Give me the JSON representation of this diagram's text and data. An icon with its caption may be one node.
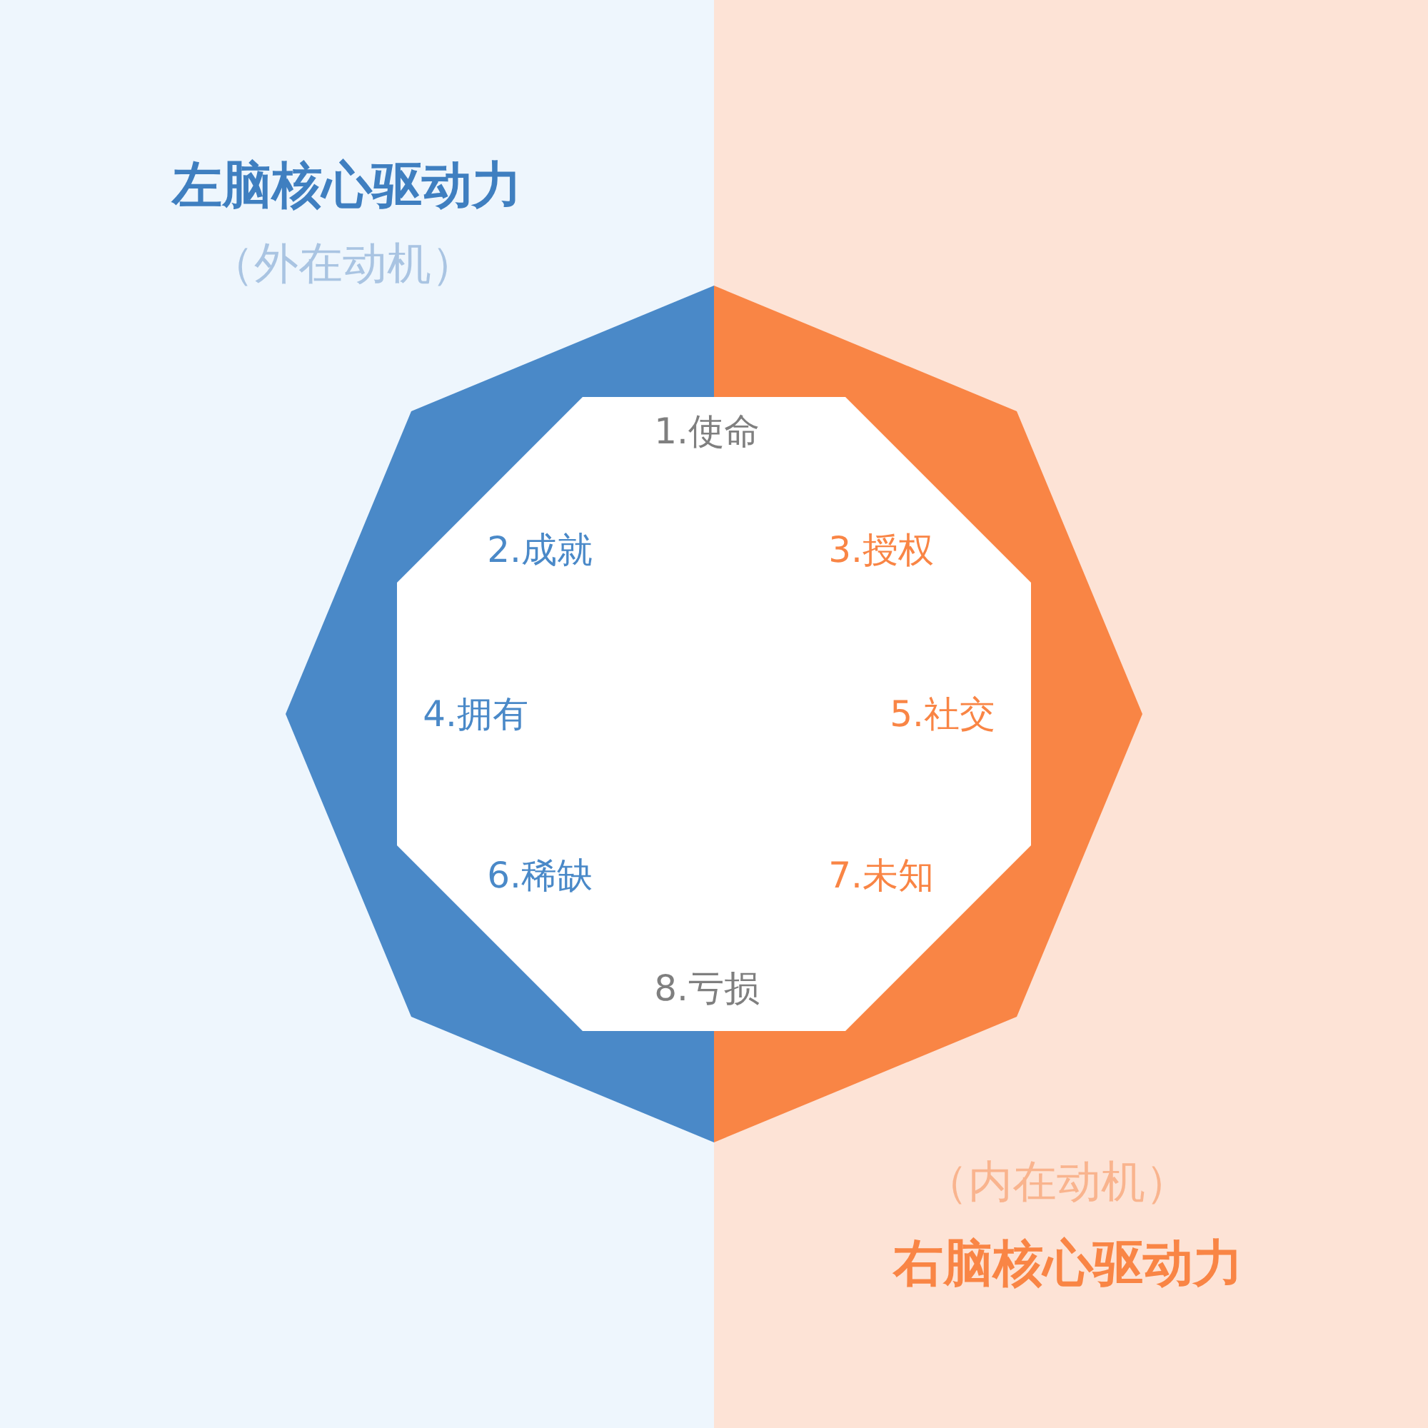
{
  "diagram": {
    "nodes": [
      {
        "text": [
          "左脑核心驱动力",
          "（外在动机）"
        ]
      },
      {
        "text": [
          "（内在动机）",
          "右脑核心驱动力"
        ]
      },
      {
        "text": [
          "1.使命",
          "2.成就",
          "3.授权",
          "4.拥有",
          "5.社交",
          "6.稀缺",
          "7.未知",
          "8.亏损"
        ]
      }
    ]
  }
}
